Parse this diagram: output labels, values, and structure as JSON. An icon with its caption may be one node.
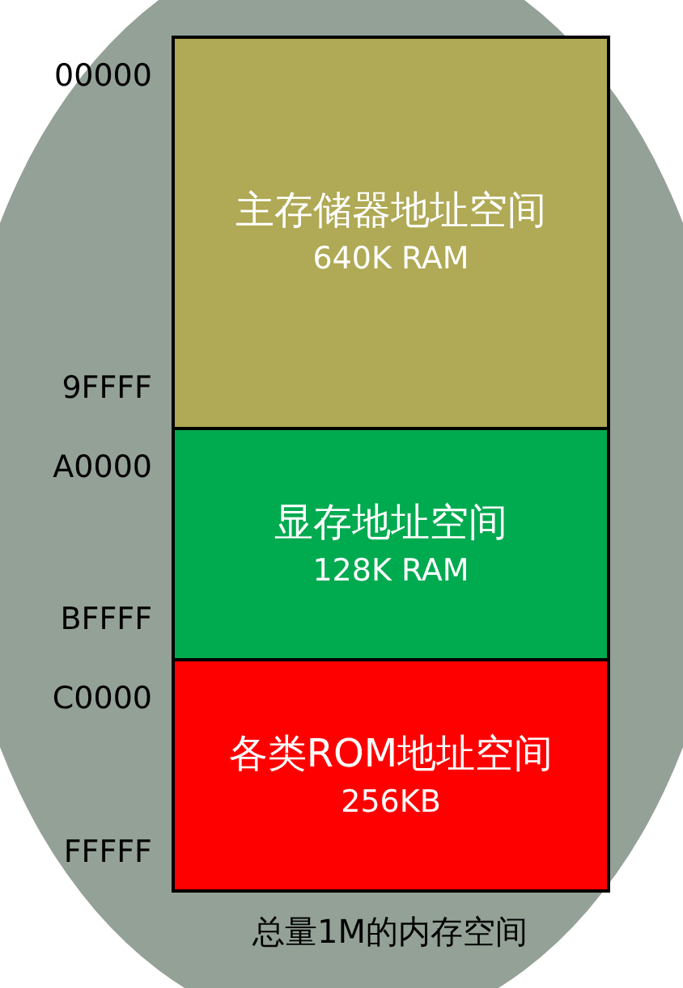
{
  "diagram": {
    "caption": "总量1M的内存空间",
    "nodes": [
      {
        "text": [
          "主存储器地址空间",
          "640K RAM"
        ]
      },
      {
        "text": [
          "显存地址空间",
          "128K RAM"
        ]
      },
      {
        "text": [
          "各类ROM地址空间",
          "256KB"
        ]
      }
    ],
    "labels": [
      "00000",
      "9FFFF",
      "A0000",
      "BFFFF",
      "C0000",
      "FFFFF"
    ]
  }
}
